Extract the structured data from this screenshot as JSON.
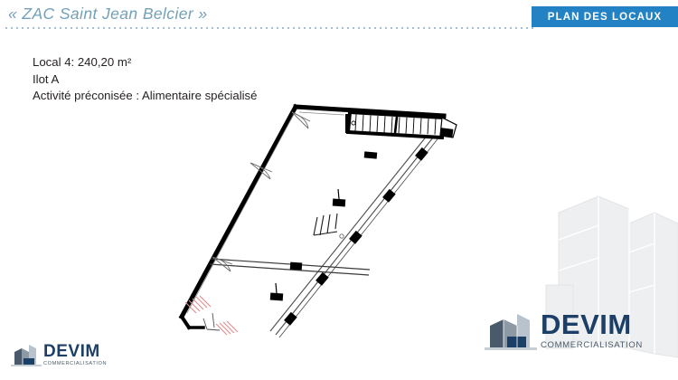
{
  "header": {
    "title": "« ZAC Saint Jean Belcier »",
    "title_color": "#72a0b8",
    "badge_label": "PLAN DES LOCAUX",
    "badge_color": "#2382c4"
  },
  "info": {
    "line1": "Local 4: 240,20 m²",
    "line2": "Ilot A",
    "line3": "Activité préconisée : Alimentaire spécialisé"
  },
  "floor_plan": {
    "name": "local-4-floor-plan",
    "description": "Plan de niveau du Local 4",
    "wall_color": "#000000",
    "glazing_color": "#555555",
    "annotation_color": "#e08b8b"
  },
  "logos": {
    "bottom_left": {
      "word": "DEVIM",
      "subtitle": "COMMERCIALISATION"
    },
    "bottom_right": {
      "word": "DEVIM",
      "subtitle": "COMMERCIALISATION"
    },
    "brand_color": "#1c3f68"
  }
}
